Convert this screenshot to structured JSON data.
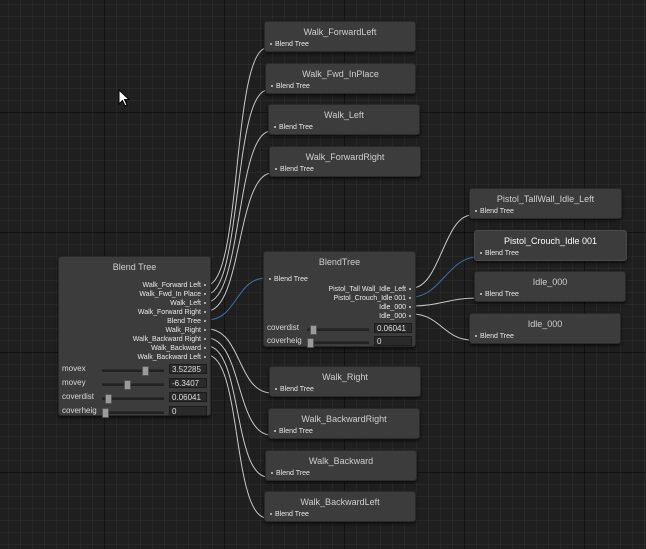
{
  "root_node": {
    "title": "Blend Tree",
    "outputs": [
      "Walk_Forward Left",
      "Walk_Fwd_In Place",
      "Walk_Left",
      "Walk_Forward Right",
      "Blend Tree",
      "Walk_Right",
      "Walk_Backward Right",
      "Walk_Backward",
      "Walk_Backward Left"
    ],
    "params": [
      {
        "name": "movex",
        "value": "3.52285",
        "fraction": 0.72
      },
      {
        "name": "movey",
        "value": "-6.3407",
        "fraction": 0.4
      },
      {
        "name": "coverdist",
        "value": "0.06041",
        "fraction": 0.06
      },
      {
        "name": "coverheig",
        "value": "0",
        "fraction": 0.0
      }
    ]
  },
  "mid_node": {
    "title": "BlendTree",
    "input_label": "Blend Tree",
    "outputs": [
      "Pistol_Tall Wall_Idle_Left",
      "Pistol_Crouch_Idle 001",
      "Idle_000",
      "Idle_000"
    ],
    "params": [
      {
        "name": "coverdist",
        "value": "0.06041",
        "fraction": 0.06
      },
      {
        "name": "coverheig",
        "value": "0",
        "fraction": 0.0
      }
    ]
  },
  "clip_nodes": [
    {
      "title": "Walk_ForwardLeft",
      "sub": "Blend Tree"
    },
    {
      "title": "Walk_Fwd_InPlace",
      "sub": "Blend Tree"
    },
    {
      "title": "Walk_Left",
      "sub": "Blend Tree"
    },
    {
      "title": "Walk_ForwardRight",
      "sub": "Blend Tree"
    },
    {
      "title": "Walk_Right",
      "sub": "Blend Tree"
    },
    {
      "title": "Walk_BackwardRight",
      "sub": "Blend Tree"
    },
    {
      "title": "Walk_Backward",
      "sub": "Blend Tree"
    },
    {
      "title": "Walk_BackwardLeft",
      "sub": "Blend Tree"
    }
  ],
  "right_nodes": [
    {
      "title": "Pistol_TallWall_Idle_Left",
      "sub": "Blend Tree"
    },
    {
      "title": "Pistol_Crouch_Idle 001",
      "sub": "Blend Tree"
    },
    {
      "title": "Idle_000",
      "sub": "Blend Tree"
    },
    {
      "title": "Idle_000",
      "sub": "Blend Tree"
    }
  ],
  "colors": {
    "background": "#1f1f1f",
    "node": "#3c3c3c",
    "wire": "#c8c8c8",
    "active_wire": "#3f6fa8"
  }
}
